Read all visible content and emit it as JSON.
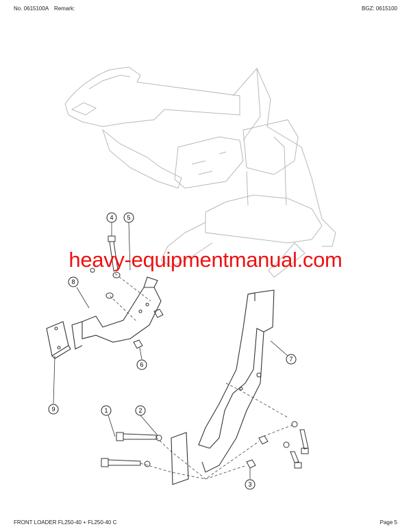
{
  "header": {
    "doc_number": "No. 0615100A",
    "remark_label": "Remark:",
    "bgz": "BGZ: 0615100"
  },
  "footer": {
    "title": "FRONT LOADER FL250-40 + FL250-40 C",
    "page": "Page 5"
  },
  "watermark": "heavy-equipmentmanual.com",
  "callouts": [
    "1",
    "2",
    "3",
    "4",
    "5",
    "6",
    "7",
    "8",
    "9"
  ]
}
